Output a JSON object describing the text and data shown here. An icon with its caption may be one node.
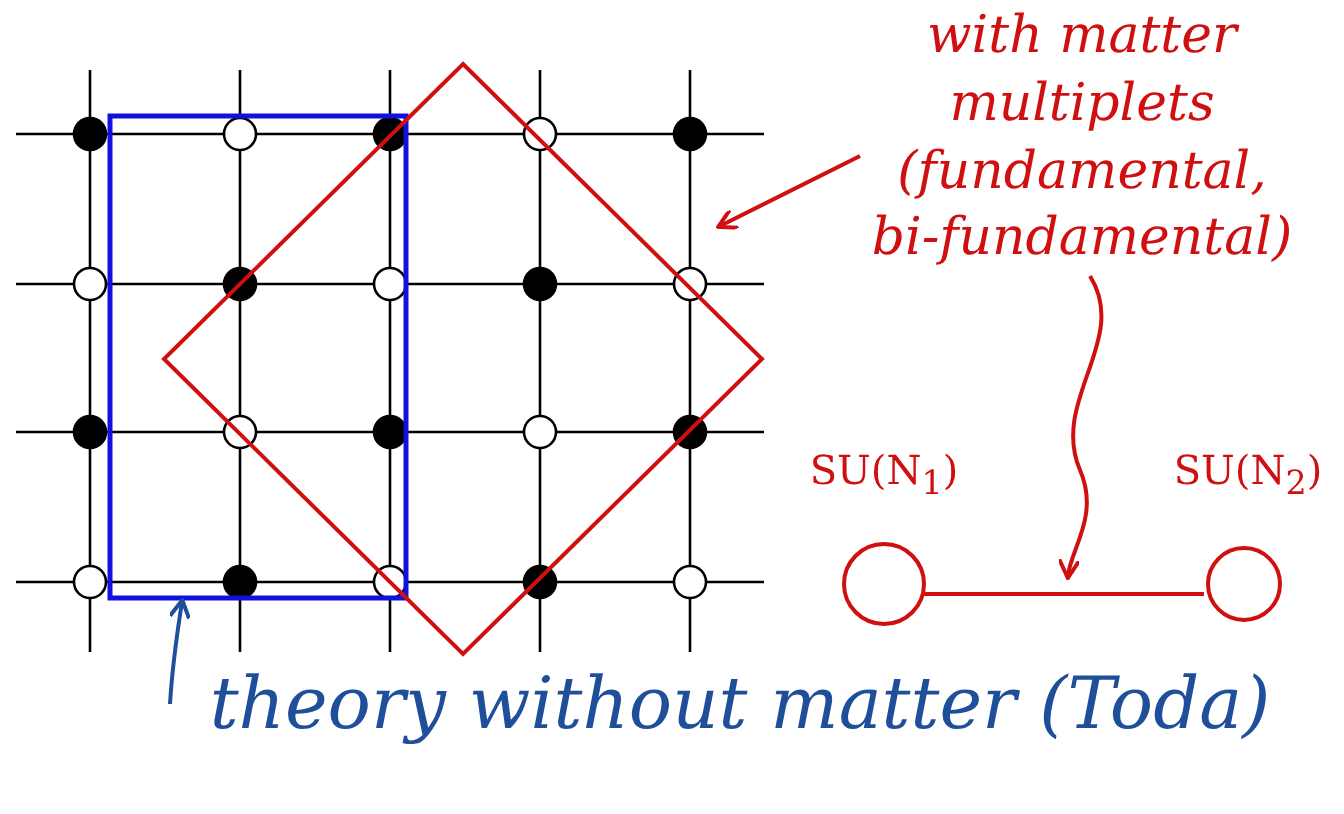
{
  "diagram": {
    "nodes": [
      {
        "text": [],
        "shape": "box"
      },
      {
        "text": [],
        "shape": "diamond"
      },
      {
        "text": [
          "with matter multiplets (fundamental, bi-fundamental)"
        ]
      },
      {
        "text": [
          "SU(N$_{1}$)"
        ]
      },
      {
        "text": [
          "SU(N$_{2}$)"
        ]
      },
      {
        "text": [
          "theory without matter (Toda)"
        ]
      }
    ],
    "edges": [
      {
        "from": 2,
        "to": 1,
        "arrow": "to"
      },
      {
        "from": 2,
        "to": null,
        "arrow": "to"
      },
      {
        "from": 3,
        "to": 4,
        "arrow": "none"
      },
      {
        "from": 5,
        "to": 0,
        "arrow": "to",
        "color": "#1f4e9a"
      }
    ]
  }
}
